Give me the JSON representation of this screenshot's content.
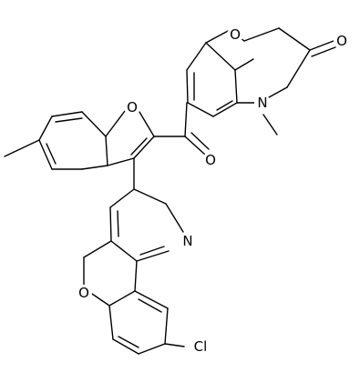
{
  "molecule": {
    "atoms": {
      "o_ring_top": "O",
      "o_ketone_top": "O",
      "n_top": "N",
      "o_furan": "O",
      "o_bridge_ketone": "O",
      "n_pyridine": "N",
      "o_chromene": "O",
      "cl": "Cl"
    }
  }
}
